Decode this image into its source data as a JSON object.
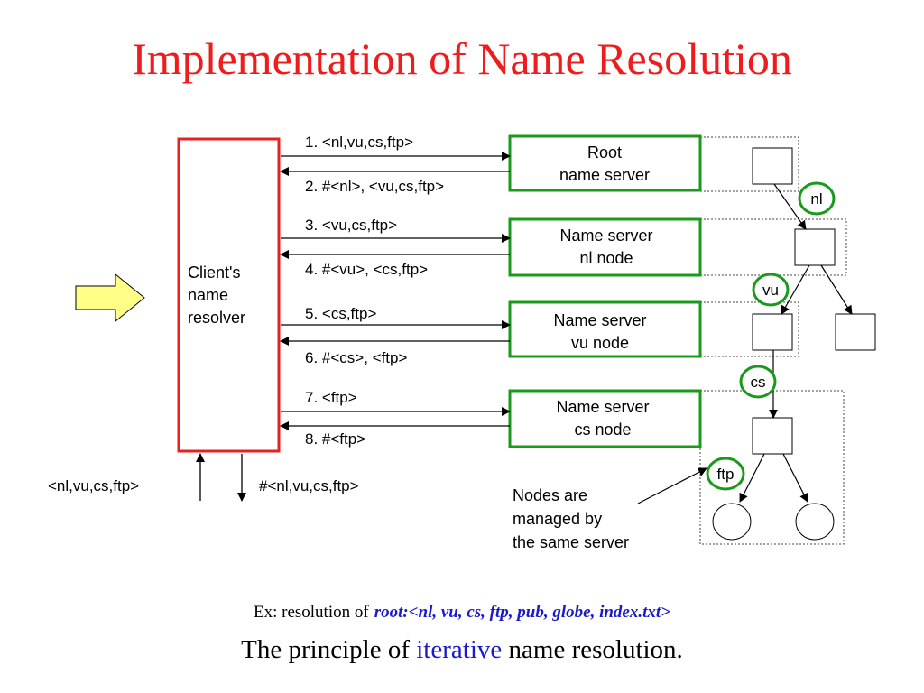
{
  "title": "Implementation of Name Resolution",
  "client_resolver": {
    "line1": "Client's",
    "line2": "name",
    "line3": "resolver"
  },
  "servers": [
    {
      "line1": "Root",
      "line2": "name server"
    },
    {
      "line1": "Name server",
      "line2": "nl node"
    },
    {
      "line1": "Name server",
      "line2": "vu node"
    },
    {
      "line1": "Name server",
      "line2": "cs node"
    }
  ],
  "messages": [
    "1. <nl,vu,cs,ftp>",
    "2. #<nl>, <vu,cs,ftp>",
    "3. <vu,cs,ftp>",
    "4. #<vu>, <cs,ftp>",
    "5. <cs,ftp>",
    "6. #<cs>, <ftp>",
    "7. <ftp>",
    "8. #<ftp>"
  ],
  "client_input": "<nl,vu,cs,ftp>",
  "client_output": "#<nl,vu,cs,ftp>",
  "tree_labels": [
    "nl",
    "vu",
    "cs",
    "ftp"
  ],
  "annotation": {
    "line1": "Nodes are",
    "line2": "managed by",
    "line3": "the same server"
  },
  "example": {
    "prefix": "Ex: resolution of",
    "path": "root:<nl, vu, cs, ftp, pub, globe, index.txt>"
  },
  "caption": {
    "before": "The principle of",
    "keyword": "iterative",
    "after": "name resolution."
  },
  "colors": {
    "title": "#ee1c1c",
    "client_box": "#e82020",
    "server_box": "#1a9a1a",
    "label_circle": "#1a9a1a",
    "input_arrow": "#ffff88",
    "keyword": "#1a1acc"
  }
}
